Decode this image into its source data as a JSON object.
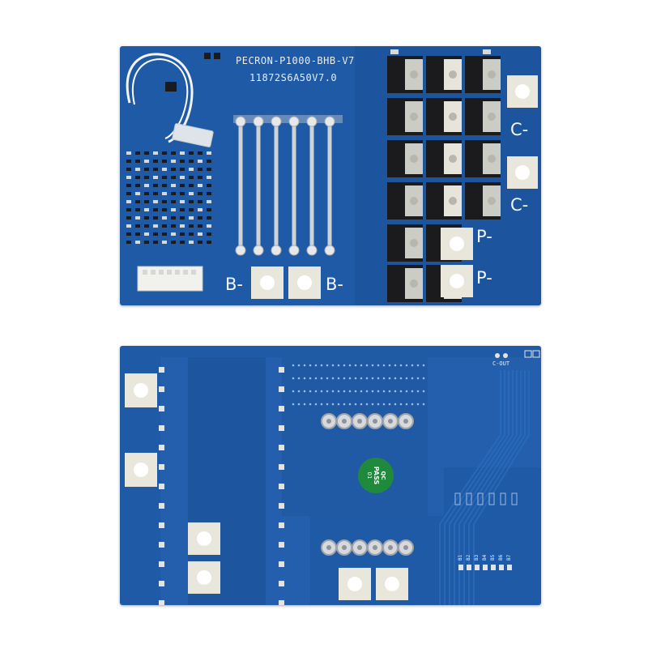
{
  "colors": {
    "pcb": "#1f5aa6",
    "pcb_dark": "#174a8e",
    "trace": "#2b6bbb",
    "pad": "#e9e6dc",
    "silk": "#e8edf6",
    "chip": "#1b1b1e",
    "qc_seal": "#1f8a3c"
  },
  "top_board": {
    "model": "PECRON-P1000-BHB-V7",
    "code": "11872S6A50V7.0",
    "labels": {
      "c_minus_1": "C-",
      "c_minus_2": "C-",
      "p_minus_1": "P-",
      "p_minus_2": "P-",
      "b_minus_1": "B-",
      "b_minus_2": "B-"
    }
  },
  "bottom_board": {
    "c_out": "C-OUT",
    "qc_seal": {
      "line1": "QC",
      "line2": "PASS",
      "line3": "01"
    },
    "balance_labels": [
      "B1",
      "B2",
      "B3",
      "B4",
      "B5",
      "B6",
      "B7"
    ]
  }
}
